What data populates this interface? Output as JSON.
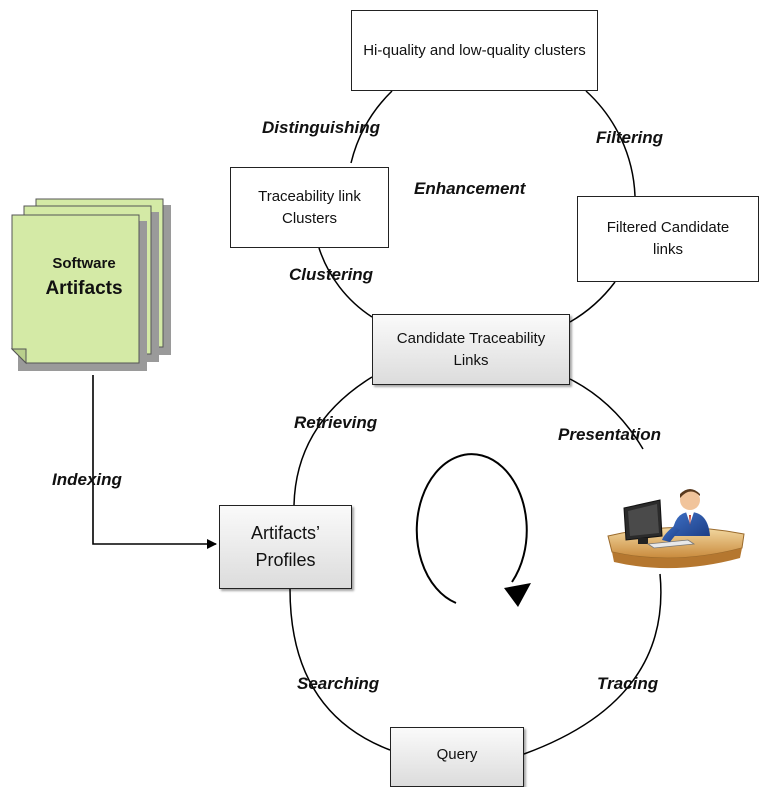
{
  "boxes": {
    "hi_low_quality_clusters": "Hi-quality and low-quality clusters",
    "traceability_link_clusters": "Traceability link Clusters",
    "filtered_candidate_links": "Filtered Candidate links",
    "candidate_traceability_links": "Candidate Traceability Links",
    "artifacts_profiles": "Artifacts’ Profiles",
    "query": "Query"
  },
  "software_artifacts": {
    "line1": "Software",
    "line2": "Artifacts",
    "fill_color": "#d4eaa6"
  },
  "labels": {
    "distinguishing": "Distinguishing",
    "filtering": "Filtering",
    "enhancement": "Enhancement",
    "clustering": "Clustering",
    "retrieving": "Retrieving",
    "presentation": "Presentation",
    "indexing": "Indexing",
    "searching": "Searching",
    "tracing": "Tracing"
  },
  "icons": {
    "user_at_computer": "person-at-computer-icon",
    "cycle_arrow": "circular-arrow-icon"
  }
}
